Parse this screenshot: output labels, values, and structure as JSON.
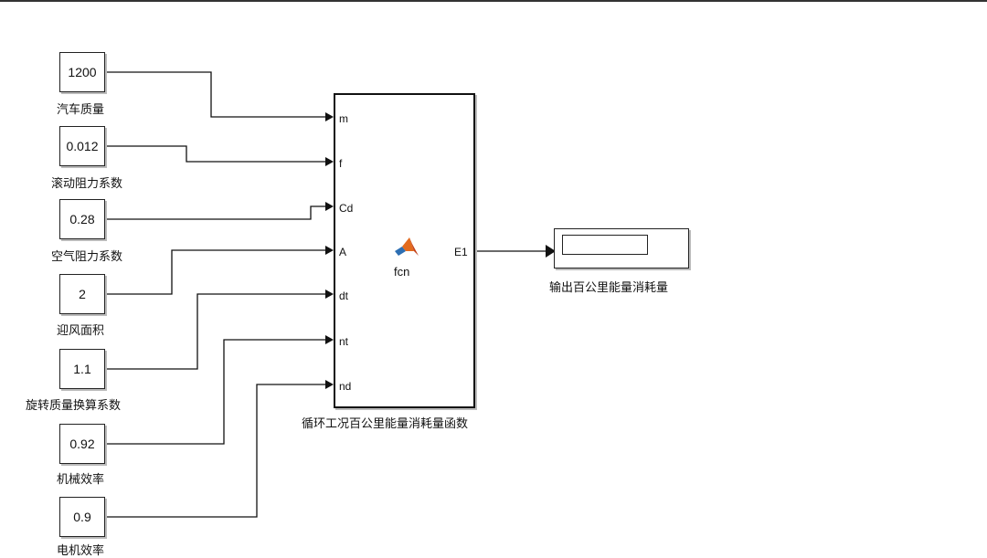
{
  "constants": [
    {
      "value": "1200",
      "label": "汽车质量"
    },
    {
      "value": "0.012",
      "label": "滚动阻力系数"
    },
    {
      "value": "0.28",
      "label": "空气阻力系数"
    },
    {
      "value": "2",
      "label": "迎风面积"
    },
    {
      "value": "1.1",
      "label": "旋转质量换算系数"
    },
    {
      "value": "0.92",
      "label": "机械效率"
    },
    {
      "value": "0.9",
      "label": "电机效率"
    }
  ],
  "function_block": {
    "inputs": [
      "m",
      "f",
      "Cd",
      "A",
      "dt",
      "nt",
      "nd"
    ],
    "output": "E1",
    "name": "fcn",
    "label": "循环工况百公里能量消耗量函数",
    "icon": "matlab-logo-icon"
  },
  "display_block": {
    "label": "输出百公里能量消耗量",
    "value": ""
  },
  "colors": {
    "line": "#111111",
    "block_border": "#222222"
  }
}
